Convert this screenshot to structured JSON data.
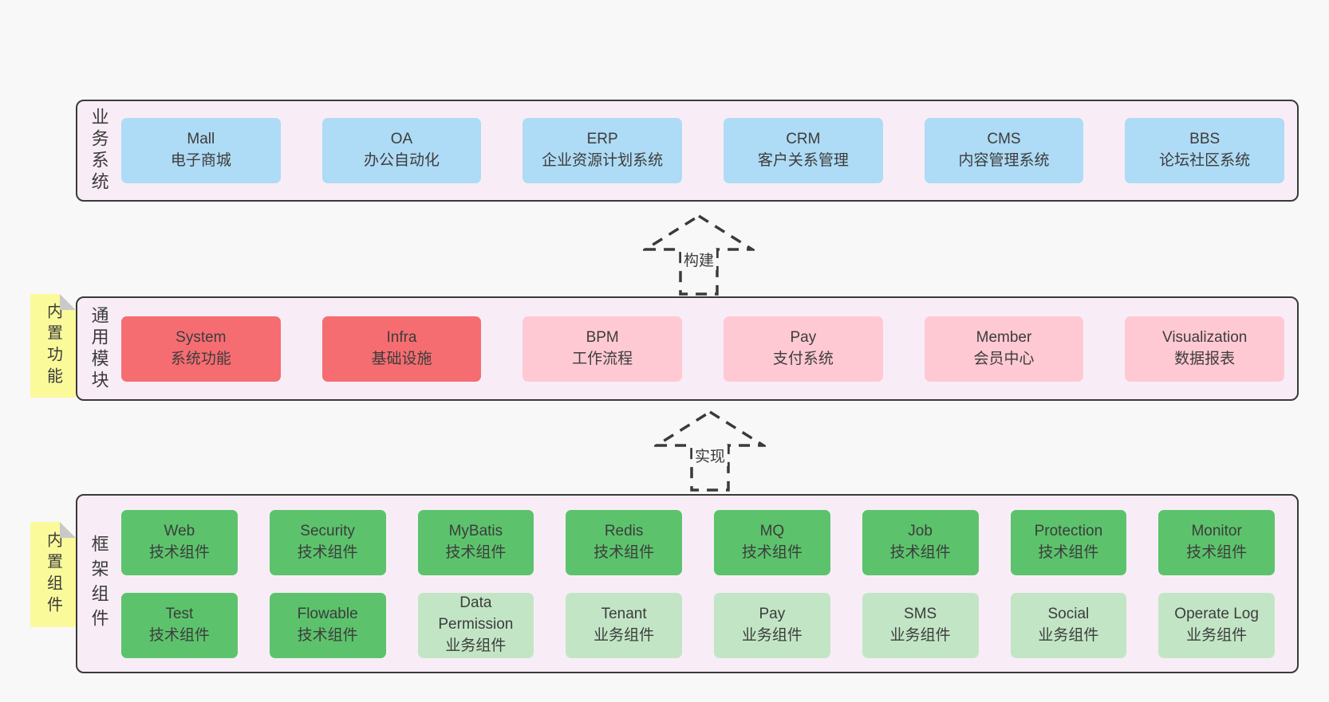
{
  "colors": {
    "page_bg": "#f8f8f8",
    "panel_bg": "#f8edf6",
    "panel_border": "#3a3a3a",
    "box_blue": "#aedbf5",
    "box_red": "#f66d71",
    "box_pink": "#ffc9d3",
    "box_green": "#5cc36c",
    "box_light_green": "#c2e6c5",
    "note_yellow": "#fafa9b",
    "note_fold_gray": "#c9c9c9",
    "text": "#3b3b3b"
  },
  "layers": {
    "business": {
      "label": "业务系统",
      "boxes": [
        {
          "en": "Mall",
          "zh": "电子商城"
        },
        {
          "en": "OA",
          "zh": "办公自动化"
        },
        {
          "en": "ERP",
          "zh": "企业资源计划系统"
        },
        {
          "en": "CRM",
          "zh": "客户关系管理"
        },
        {
          "en": "CMS",
          "zh": "内容管理系统"
        },
        {
          "en": "BBS",
          "zh": "论坛社区系统"
        }
      ]
    },
    "modules": {
      "label": "通用模块",
      "note": "内置功能",
      "boxes": [
        {
          "en": "System",
          "zh": "系统功能"
        },
        {
          "en": "Infra",
          "zh": "基础设施"
        },
        {
          "en": "BPM",
          "zh": "工作流程"
        },
        {
          "en": "Pay",
          "zh": "支付系统"
        },
        {
          "en": "Member",
          "zh": "会员中心"
        },
        {
          "en": "Visualization",
          "zh": "数据报表"
        }
      ]
    },
    "components": {
      "label": "框架组件",
      "note": "内置组件",
      "row1": [
        {
          "en": "Web",
          "zh": "技术组件"
        },
        {
          "en": "Security",
          "zh": "技术组件"
        },
        {
          "en": "MyBatis",
          "zh": "技术组件"
        },
        {
          "en": "Redis",
          "zh": "技术组件"
        },
        {
          "en": "MQ",
          "zh": "技术组件"
        },
        {
          "en": "Job",
          "zh": "技术组件"
        },
        {
          "en": "Protection",
          "zh": "技术组件"
        },
        {
          "en": "Monitor",
          "zh": "技术组件"
        }
      ],
      "row2": [
        {
          "en": "Test",
          "zh": "技术组件"
        },
        {
          "en": "Flowable",
          "zh": "技术组件"
        },
        {
          "en": "Data Permission",
          "zh": "业务组件"
        },
        {
          "en": "Tenant",
          "zh": "业务组件"
        },
        {
          "en": "Pay",
          "zh": "业务组件"
        },
        {
          "en": "SMS",
          "zh": "业务组件"
        },
        {
          "en": "Social",
          "zh": "业务组件"
        },
        {
          "en": "Operate Log",
          "zh": "业务组件"
        }
      ]
    }
  },
  "arrows": [
    {
      "label": "构建"
    },
    {
      "label": "实现"
    }
  ]
}
